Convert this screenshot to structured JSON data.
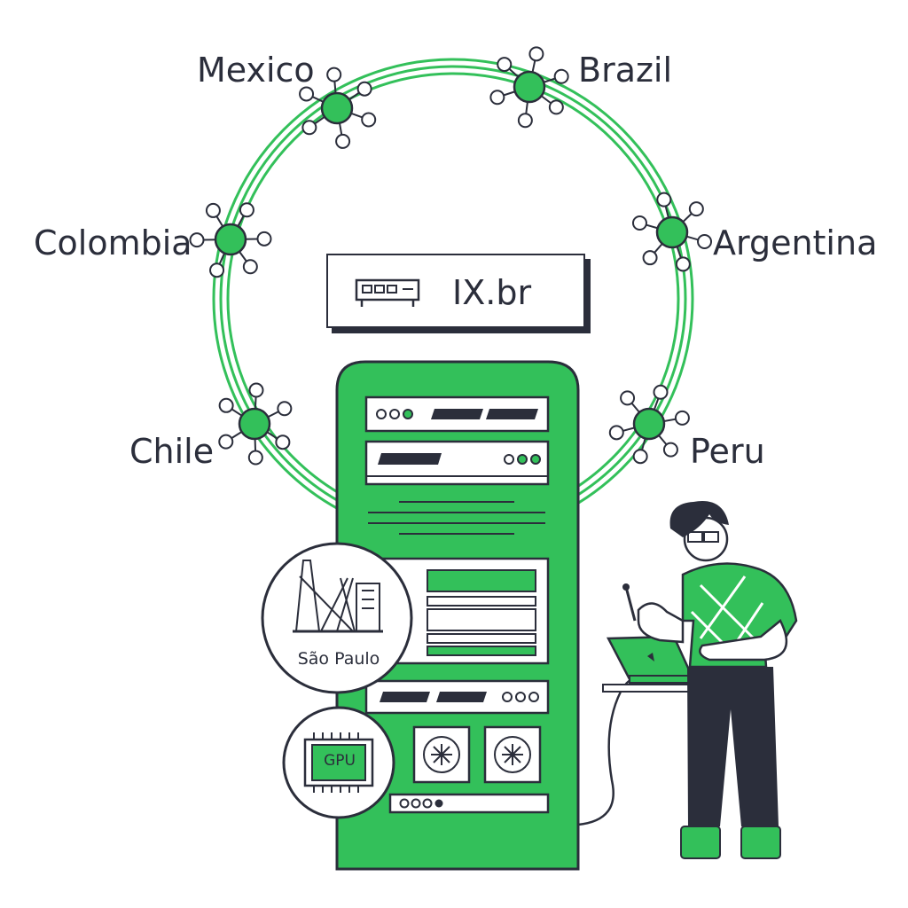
{
  "countries": [
    {
      "id": "mexico",
      "label": "Mexico"
    },
    {
      "id": "brazil",
      "label": "Brazil"
    },
    {
      "id": "colombia",
      "label": "Colombia"
    },
    {
      "id": "argentina",
      "label": "Argentina"
    },
    {
      "id": "chile",
      "label": "Chile"
    },
    {
      "id": "peru",
      "label": "Peru"
    }
  ],
  "exchange": {
    "label": "IX.br",
    "icon": "network-switch-icon"
  },
  "city": {
    "label": "São Paulo",
    "icon": "sao-paulo-bridge-icon"
  },
  "gpu": {
    "label": "GPU",
    "icon": "gpu-chip-icon"
  },
  "colors": {
    "accent": "#33c05a",
    "outline": "#2b2e3b",
    "background": "#ffffff"
  }
}
